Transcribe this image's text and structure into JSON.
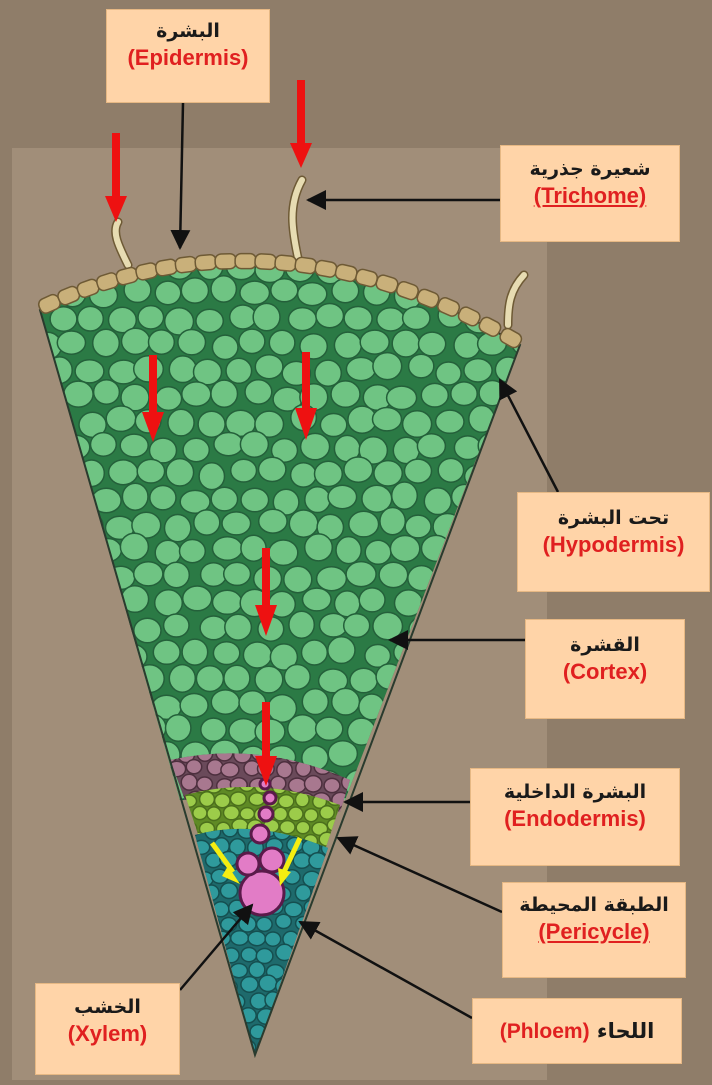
{
  "labels": {
    "epidermis": {
      "ar": "البشرة",
      "en": "(Epidermis)"
    },
    "trichome": {
      "ar": "شعيرة جذرية",
      "en": "(Trichome)"
    },
    "hypodermis": {
      "ar": "تحت البشرة",
      "en": "(Hypodermis)"
    },
    "cortex": {
      "ar": "القشرة",
      "en": "(Cortex)"
    },
    "endodermis": {
      "ar": "البشرة الداخلية",
      "en": "(Endodermis)"
    },
    "pericycle": {
      "ar": "الطبقة المحيطة",
      "en": "(Pericycle)"
    },
    "phloem": {
      "ar": "اللحاء",
      "en": "(Phloem)"
    },
    "xylem": {
      "ar": "الخشب",
      "en": "(Xylem)"
    }
  },
  "colors": {
    "background_outer": "#8f7d69",
    "background_inner": "#a18e79",
    "label_fill": "#ffd4a8",
    "label_english_text": "#e02020",
    "label_arabic_text": "#1a1a1a",
    "epidermis_cells": "#c9b07a",
    "cortex_cells": "#6fc483",
    "endodermis_cells": "#a8788f",
    "pericycle_cells": "#9ccc4a",
    "phloem_cells": "#2f9a9c",
    "xylem_cells": "#e27cc6",
    "water_path_arrow": "#ee1111",
    "xylem_arrow": "#f5ee10"
  }
}
